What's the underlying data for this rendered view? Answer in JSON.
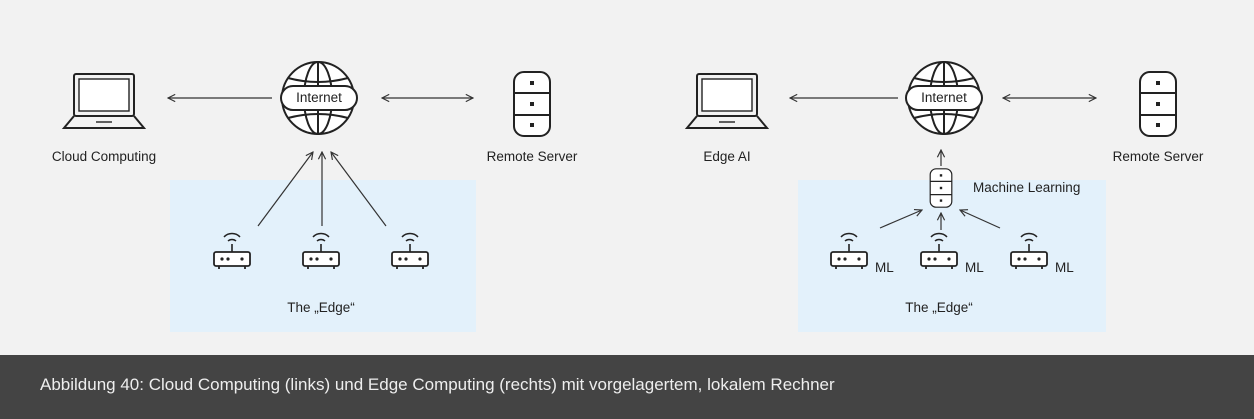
{
  "colors": {
    "background": "#f2f2f2",
    "edge_zone": "#e3f1fb",
    "stroke": "#333333",
    "caption_bg": "#444444",
    "caption_text": "#eeeeee"
  },
  "left_diagram": {
    "device_label": "Cloud Computing",
    "device_icon": "laptop-icon",
    "hub_label": "Internet",
    "hub_icon": "globe-icon",
    "server_label": "Remote Server",
    "server_icon": "database-server-icon",
    "edge_label": "The „Edge“",
    "router_icon": "wifi-router-icon"
  },
  "right_diagram": {
    "device_label": "Edge AI",
    "device_icon": "laptop-icon",
    "hub_label": "Internet",
    "hub_icon": "globe-icon",
    "server_label": "Remote Server",
    "server_icon": "database-server-icon",
    "local_server_label": "Machine Learning",
    "local_server_icon": "database-server-icon",
    "edge_label": "The „Edge“",
    "router_icon": "wifi-router-icon",
    "router_tags": [
      "ML",
      "ML",
      "ML"
    ]
  },
  "caption": "Abbildung 40: Cloud Computing (links) und Edge Computing (rechts) mit vorgelagertem, lokalem Rechner"
}
